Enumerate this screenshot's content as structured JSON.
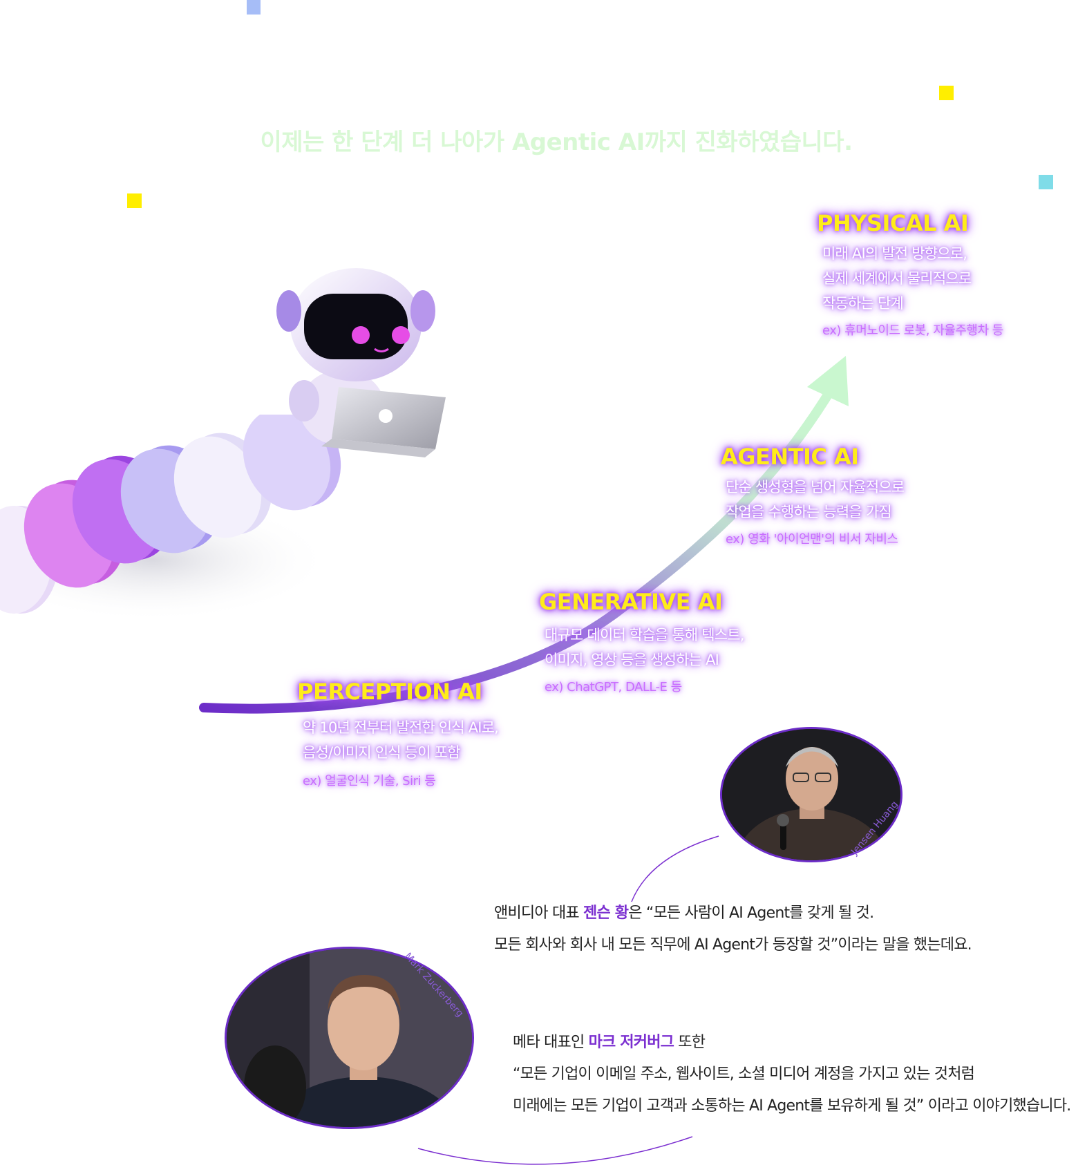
{
  "headline": "이제는 한 단계 더 나아가 Agentic AI까지 진화하였습니다.",
  "stages": [
    {
      "title": "PHYSICAL AI",
      "desc1": "미래 AI의 발전 방향으로,",
      "desc2": "실제 세계에서 물리적으로",
      "desc3": "작동하는 단계",
      "example": "ex) 휴머노이드 로봇, 자율주행차 등"
    },
    {
      "title": "AGENTIC AI",
      "desc1": "단순 생성형을 넘어 자율적으로",
      "desc2": "작업을 수행하는 능력을 가짐",
      "example": "ex) 영화 '아이언맨'의 비서 자비스"
    },
    {
      "title": "GENERATIVE AI",
      "desc1": "대규모 데이터 학습을 통해 텍스트,",
      "desc2": "이미지, 영상 등을 생성하는 AI",
      "example": "ex) ChatGPT, DALL-E 등"
    },
    {
      "title": "PERCEPTION AI",
      "desc1": "약 10년 전부터 발전한 인식 AI로,",
      "desc2": "음성/이미지 인식 등이 포함",
      "example": "ex) 얼굴인식 기술, Siri 등"
    }
  ],
  "quotes": {
    "jensen": {
      "caption": "Jensen Huang",
      "pre": "앤비디아 대표 ",
      "name": "젠슨 황",
      "line1_post": "은 “모든 사람이 AI Agent를 갖게 될 것.",
      "line2": "모든 회사와 회사 내 모든 직무에 AI Agent가 등장할 것”이라는 말을 했는데요."
    },
    "mark": {
      "caption": "Mark Zuckerberg",
      "pre": "메타 대표인 ",
      "name": "마크 저커버그",
      "line1_post": " 또한",
      "line2": "“모든 기업이 이메일 주소, 웹사이트, 소셜 미디어 계정을 가지고 있는 것처럼",
      "line3": "미래에는 모든 기업이 고객과 소통하는 AI Agent를 보유하게 될 것” 이라고 이야기했습니다."
    }
  },
  "colors": {
    "accent_purple": "#7b2fd0",
    "title_yellow": "#ffec1a",
    "headline_green": "#d8f8d4",
    "confetti_yellow": "#ffee00",
    "confetti_blue": "#a6bdf7",
    "confetti_cyan": "#7fdce8"
  },
  "icons": [
    "robot-illustration",
    "coin-stack-illustration",
    "growth-arrow"
  ]
}
